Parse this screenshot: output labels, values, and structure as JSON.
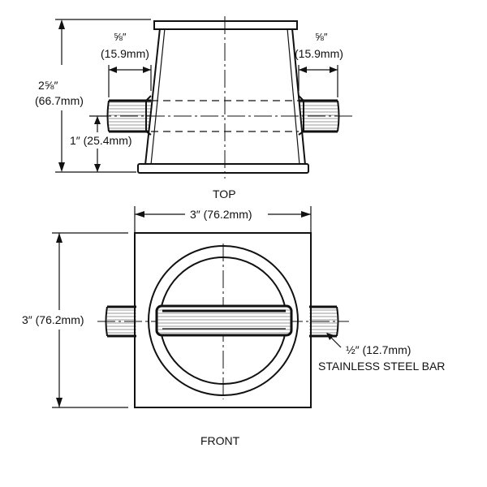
{
  "top_view": {
    "title": "TOP",
    "height_dimension": {
      "fraction": "2⅝″",
      "metric": "(66.7mm)"
    },
    "offset_dimension": {
      "label": "1″ (25.4mm)"
    },
    "left_protrusion": {
      "fraction": "⅝″",
      "metric": "(15.9mm)"
    },
    "right_protrusion": {
      "fraction": "⅝″",
      "metric": "(15.9mm)"
    }
  },
  "front_view": {
    "title": "FRONT",
    "width_dimension": {
      "label": "3″ (76.2mm)"
    },
    "height_dimension": {
      "label": "3″ (76.2mm)"
    },
    "bar_callout": {
      "size": "½″ (12.7mm)",
      "description": "STAINLESS STEEL BAR"
    }
  }
}
